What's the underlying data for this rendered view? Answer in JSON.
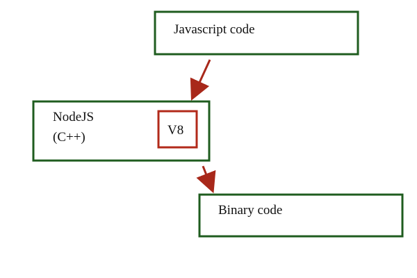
{
  "diagram": {
    "nodes": {
      "javascript": {
        "label": "Javascript code"
      },
      "nodejs": {
        "line1": "NodeJS",
        "line2": "(C++)"
      },
      "v8": {
        "label": "V8"
      },
      "binary": {
        "label": "Binary code"
      }
    },
    "colors": {
      "box_border": "#1f5c1f",
      "v8_border": "#b22a1a",
      "arrow": "#a8281a",
      "text": "#111111"
    }
  }
}
